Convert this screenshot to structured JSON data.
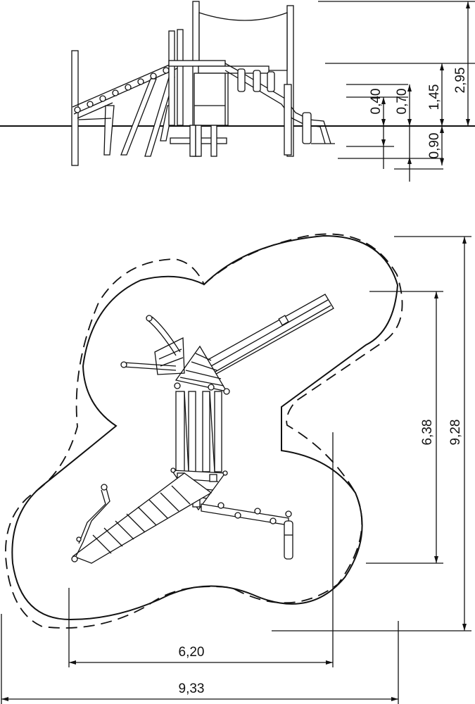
{
  "elevation": {
    "dimensions": {
      "total_height": "2,95",
      "platform_height": "1,45",
      "height_070": "0,70",
      "height_040": "0,40",
      "depth": "0,90"
    }
  },
  "plan": {
    "dimensions": {
      "inner_height": "6,38",
      "outer_height": "9,28",
      "inner_width": "6,20",
      "outer_width": "9,33"
    }
  }
}
